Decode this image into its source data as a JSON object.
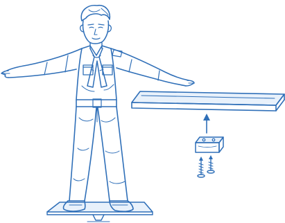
{
  "figure": {
    "ink_color": "#2f6fb8",
    "background": "#ffffff",
    "elements": [
      "boy-figure",
      "balance-board",
      "wooden-plank",
      "wooden-block",
      "arrow-up-icon",
      "screw-icon"
    ]
  }
}
